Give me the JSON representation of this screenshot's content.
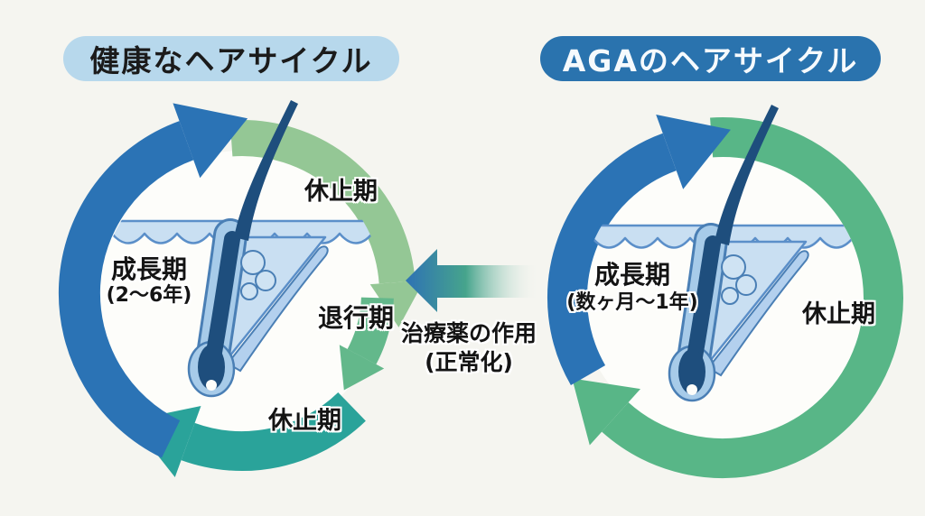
{
  "background_color": "#f5f5f0",
  "left_panel": {
    "title": "健康なヘアサイクル",
    "title_bg": "#b7d8ec",
    "phases": {
      "rest_top": "休止期",
      "growth": "成長期",
      "growth_duration": "(2〜6年)",
      "regression": "退行期",
      "rest_bottom": "休止期"
    }
  },
  "right_panel": {
    "title": "AGAのヘアサイクル",
    "title_bg": "#2a73ae",
    "phases": {
      "growth": "成長期",
      "growth_duration": "(数ヶ月〜1年)",
      "rest": "休止期"
    }
  },
  "center_annotation": {
    "line1": "治療薬の作用",
    "line2": "(正常化)"
  },
  "colors": {
    "growth_arc_blue": "#2b73b5",
    "rest_arc_light_green": "#94c795",
    "regression_arc_green": "#63b88b",
    "rest_arc_teal": "#2aa39a",
    "aga_rest_arc_green": "#58b687",
    "hair": "#1e4e7d",
    "skin": "#c9dff2"
  }
}
